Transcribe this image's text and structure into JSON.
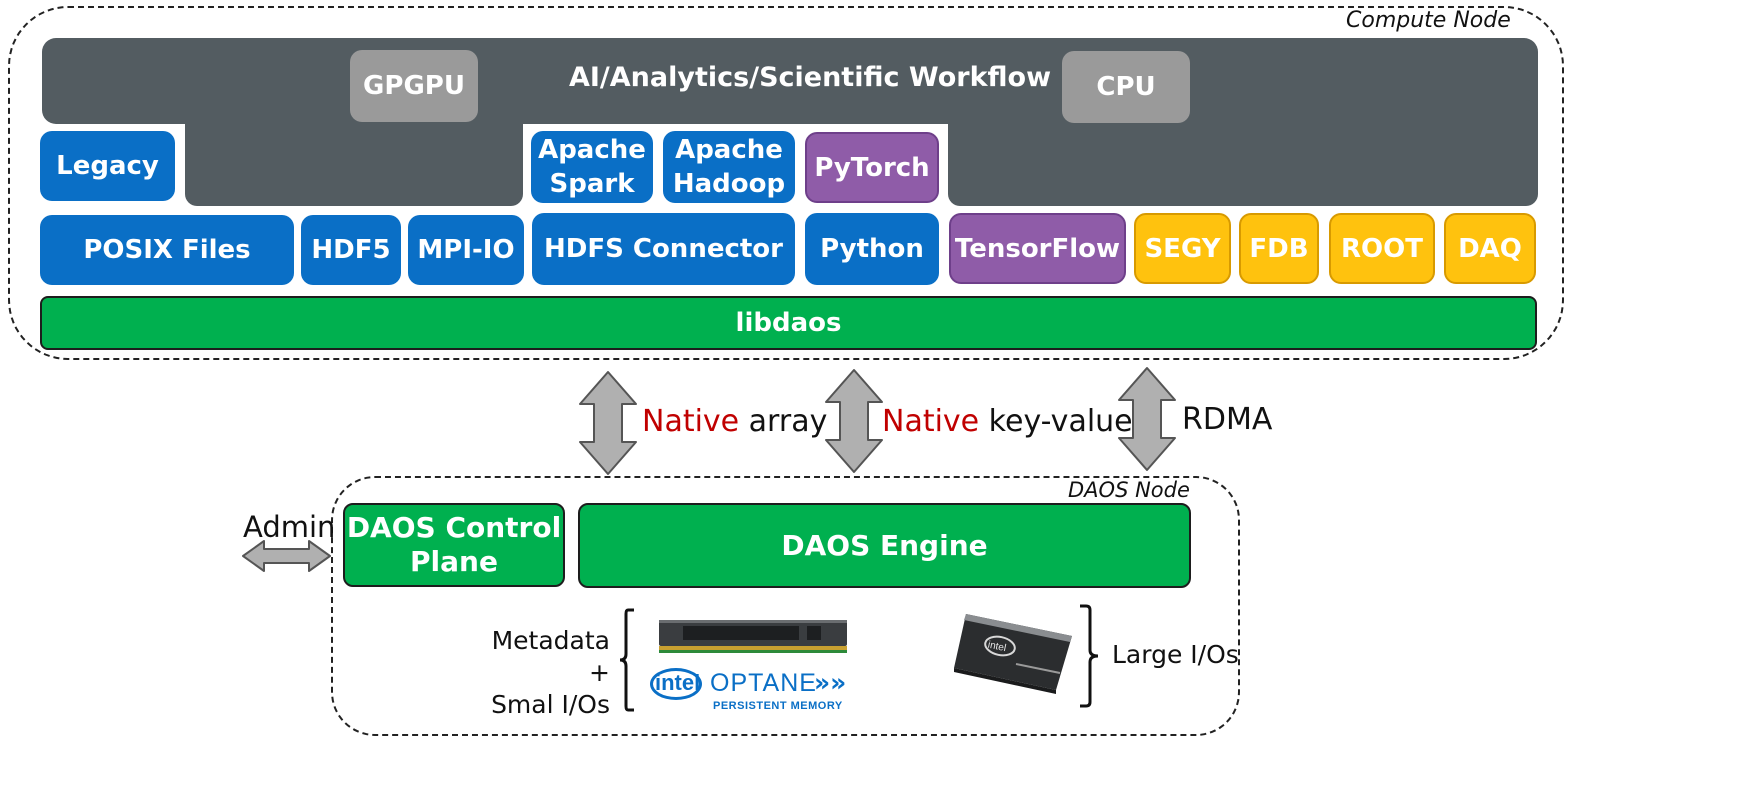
{
  "compute_node": {
    "label": "Compute Node",
    "workflow": "AI/Analytics/Scientific Workflow",
    "gpgpu": "GPGPU",
    "cpu": "CPU",
    "legacy": "Legacy",
    "apache_spark": [
      "Apache",
      "Spark"
    ],
    "apache_hadoop": [
      "Apache",
      "Hadoop"
    ],
    "pytorch": "PyTorch",
    "posix_files": "POSIX Files",
    "hdf5": "HDF5",
    "mpi_io": "MPI-IO",
    "hdfs_connector": "HDFS Connector",
    "python": "Python",
    "tensorflow": "TensorFlow",
    "segy": "SEGY",
    "fdb": "FDB",
    "root": "ROOT",
    "daq": "DAQ",
    "libdaos": "libdaos"
  },
  "connections": {
    "native1": "Native",
    "array": " array",
    "native2": "Native",
    "key_value": " key-value",
    "rdma": "RDMA"
  },
  "daos_node": {
    "label": "DAOS Node",
    "admin": "Admin",
    "control_plane": [
      "DAOS Control",
      "Plane"
    ],
    "engine": "DAOS Engine",
    "metadata": [
      "Metadata +",
      "Smal I/Os"
    ],
    "large_ios": "Large I/Os",
    "intel_logo": "intel",
    "optane": "OPTANE",
    "persistent_memory": "PERSISTENT MEMORY",
    "ssd_logo": "intel"
  }
}
